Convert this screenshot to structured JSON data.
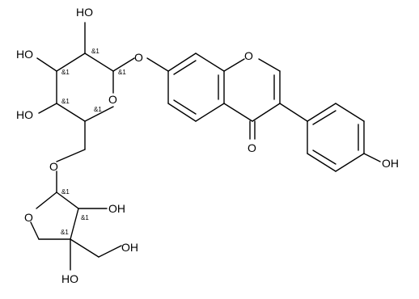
{
  "atoms": {
    "o_ring_glc": "O",
    "o_ring_chromone": "O",
    "o_ring_api": "O",
    "o_glycoside": "O",
    "o_link": "O",
    "o_carbonyl": "O",
    "oh_glc_c2": "HO",
    "oh_glc_c3": "HO",
    "oh_glc_c4": "HO",
    "oh_phenol": "OH",
    "oh_api_c2": "OH",
    "oh_api_ch2": "OH",
    "oh_api_c3": "HO"
  },
  "stereo_mark": "&1"
}
